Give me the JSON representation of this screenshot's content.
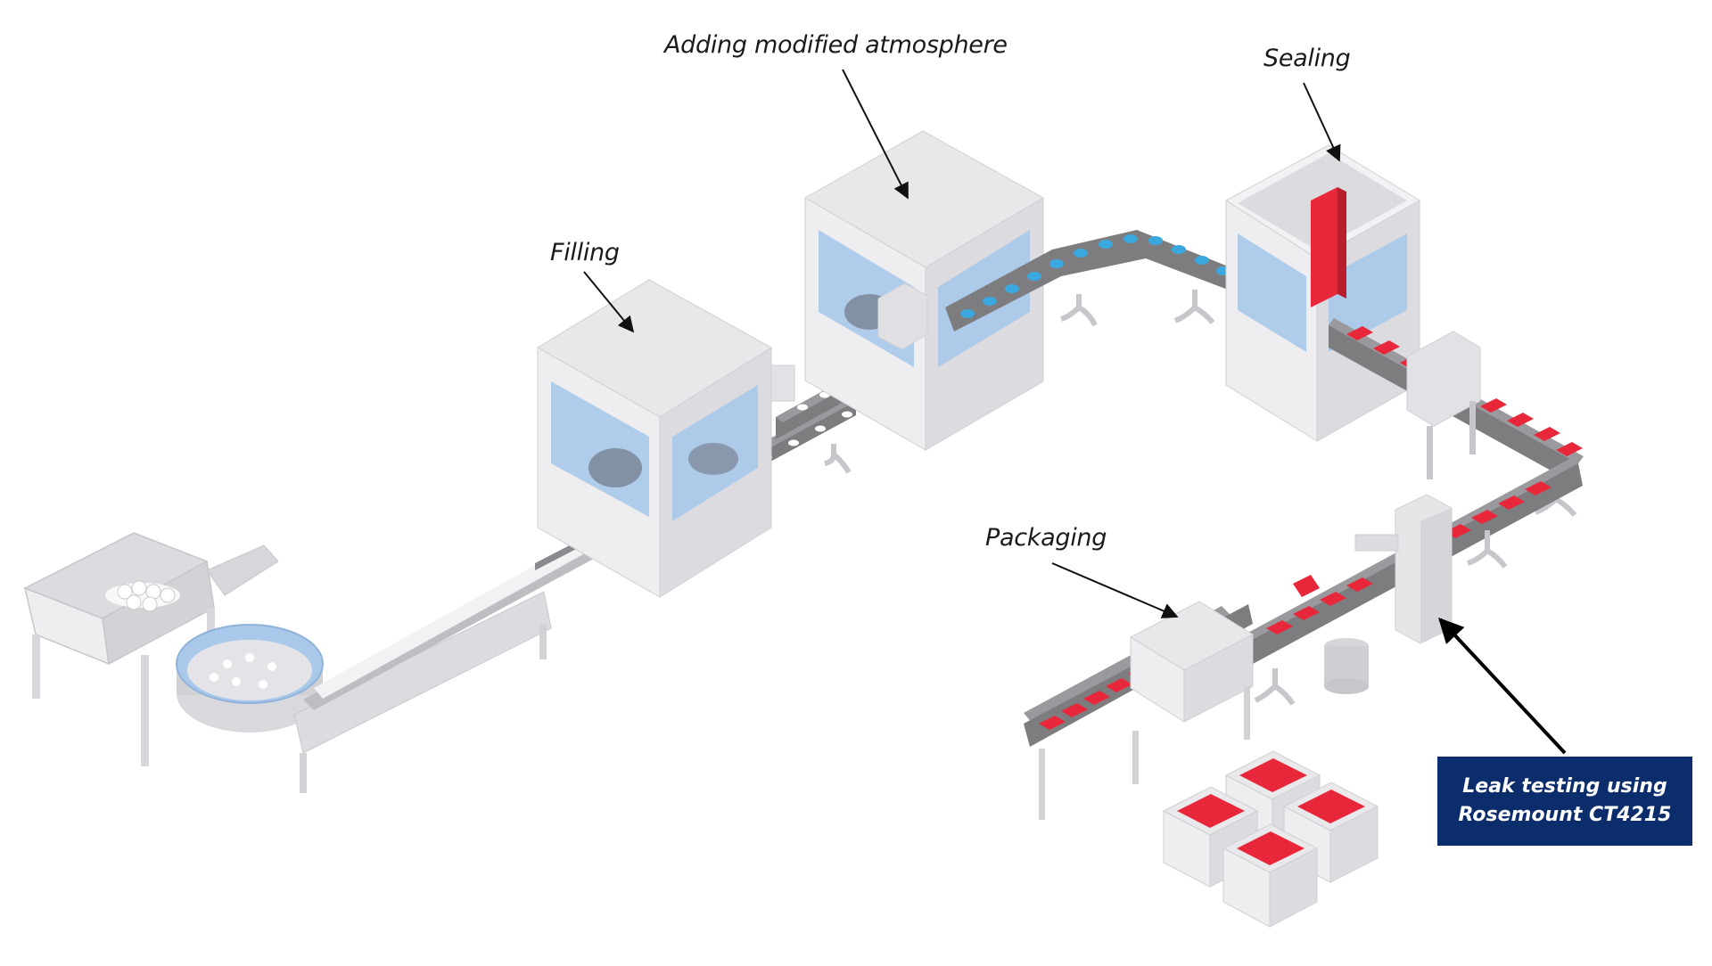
{
  "labels": {
    "filling": "Filling",
    "adding_atmosphere": "Adding modified atmosphere",
    "sealing": "Sealing",
    "packaging": "Packaging"
  },
  "callout": {
    "text": "Leak testing using\nRosemount CT4215",
    "background": "#0c2d6b"
  },
  "colors": {
    "machine": "#e6e6e9",
    "conveyor": "#7d7d80",
    "glass": "#a9c8ea",
    "container": "#e8283a",
    "cup": "#3aa8df"
  }
}
